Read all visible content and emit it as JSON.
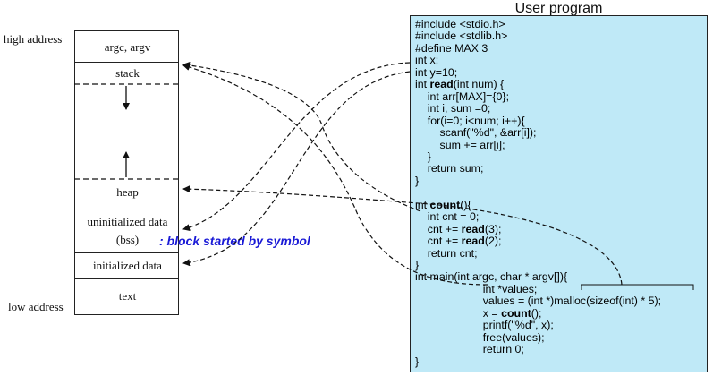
{
  "labels": {
    "high_address": "high address",
    "low_address": "low address",
    "bss_note": ": block started by symbol",
    "code_title": "User program"
  },
  "segments": {
    "argc_argv": "argc, argv",
    "stack": "stack",
    "heap": "heap",
    "uninit_line1": "uninitialized data",
    "uninit_line2": "(bss)",
    "init_data": "initialized data",
    "text": "text"
  },
  "code": [
    {
      "text": "#include <stdio.h>"
    },
    {
      "text": "#include <stdlib.h>"
    },
    {
      "text": "#define MAX 3"
    },
    {
      "text": "int x;"
    },
    {
      "text": "int y=10;"
    },
    {
      "pre": "int ",
      "bold": "read",
      "post": "(int num) {"
    },
    {
      "text": "    int arr[MAX]={0};"
    },
    {
      "text": "    int i, sum =0;"
    },
    {
      "text": "    for(i=0; i<num; i++){"
    },
    {
      "text": "        scanf(\"%d\", &arr[i]);"
    },
    {
      "text": "        sum += arr[i];"
    },
    {
      "text": "    }"
    },
    {
      "text": "    return sum;"
    },
    {
      "text": "}"
    },
    {
      "text": ""
    },
    {
      "pre": "int ",
      "bold": "count",
      "post": "(){"
    },
    {
      "text": "    int cnt = 0;"
    },
    {
      "pre": "    cnt += ",
      "bold": "read",
      "post": "(3);"
    },
    {
      "pre": "    cnt += ",
      "bold": "read",
      "post": "(2);"
    },
    {
      "text": "    return cnt;"
    },
    {
      "text": "}"
    },
    {
      "text": "int main(int argc, char * argv[]){"
    },
    {
      "text": "                      int *values;"
    },
    {
      "text": "                      values = (int *)malloc(sizeof(int) * 5);"
    },
    {
      "pre": "                      x = ",
      "bold": "count",
      "post": "();"
    },
    {
      "text": "                      printf(\"%d\", x);"
    },
    {
      "text": "                      free(values);"
    },
    {
      "text": "                      return 0;"
    },
    {
      "text": "}"
    }
  ]
}
